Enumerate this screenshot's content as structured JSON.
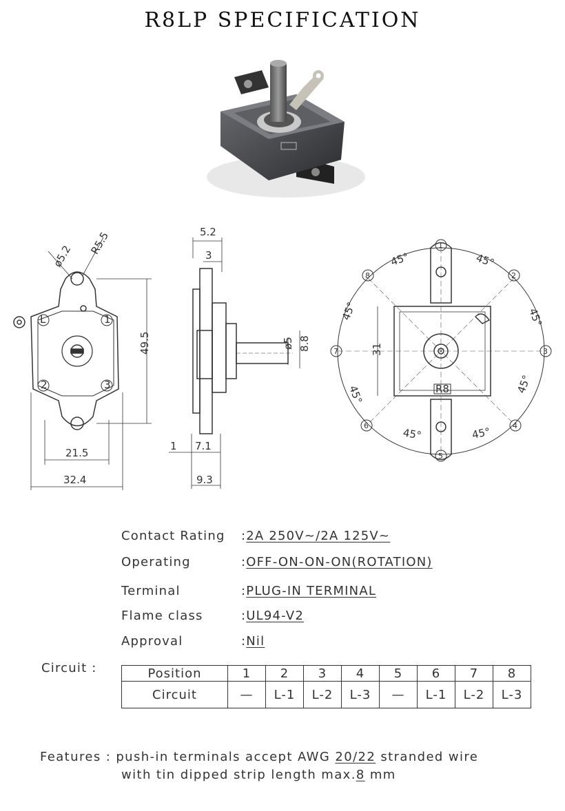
{
  "title": "R8LP SPECIFICATION",
  "drawing": {
    "front": {
      "hole_dia": "ø5.2",
      "radius": "R5.5",
      "height": "49.5",
      "inner_width": "21.5",
      "outer_width": "32.4",
      "terminal_L": "L",
      "terminal_1": "1",
      "terminal_2": "2",
      "terminal_3": "3"
    },
    "side": {
      "top_width": "5.2",
      "top_small": "3",
      "shaft_dia": "ø5",
      "shaft_len": "8.8",
      "base_small": "1",
      "base_width": "7.1",
      "total_depth": "9.3"
    },
    "top": {
      "angle": "45°",
      "height": "31",
      "label": "R8",
      "positions": [
        "1",
        "2",
        "3",
        "4",
        "5",
        "6",
        "7",
        "8"
      ]
    }
  },
  "specs": [
    {
      "label": "Contact Rating",
      "value": "2A 250V~/2A 125V~"
    },
    {
      "label": "Operating",
      "value": "OFF-ON-ON-ON(ROTATION)"
    },
    {
      "label": "Terminal",
      "value": "PLUG-IN TERMINAL"
    },
    {
      "label": "Flame class",
      "value": "UL94-V2"
    },
    {
      "label": "Approval",
      "value": "Nil"
    }
  ],
  "circuit": {
    "label": "Circuit :",
    "row1_header": "Position",
    "row2_header": "Circuit",
    "positions": [
      "1",
      "2",
      "3",
      "4",
      "5",
      "6",
      "7",
      "8"
    ],
    "circuits": [
      "—",
      "L-1",
      "L-2",
      "L-3",
      "—",
      "L-1",
      "L-2",
      "L-3"
    ]
  },
  "features": {
    "label": "Features :",
    "line1_a": "push-in terminals accept AWG",
    "awg": "20/22",
    "line1_b": "stranded wire",
    "line2_a": "with tin dipped strip length max.",
    "length": "8",
    "unit": "mm"
  }
}
